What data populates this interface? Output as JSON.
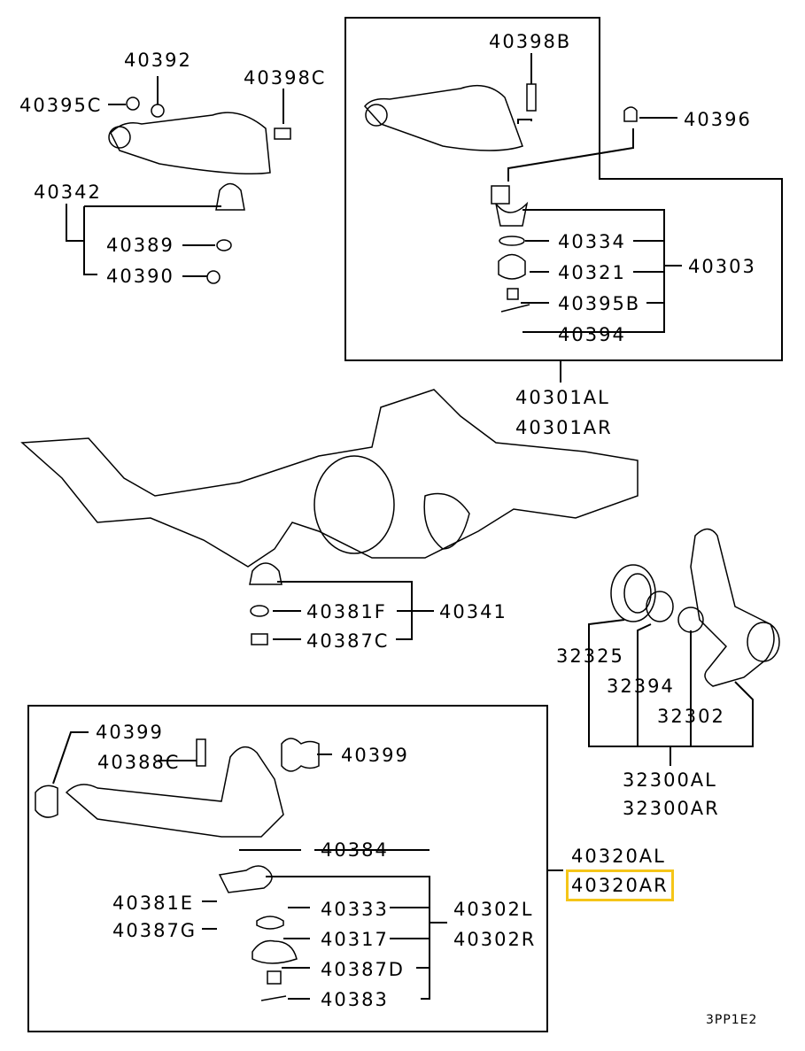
{
  "diagram_title_code": "3PP1E2",
  "highlight_color": "#f5c518",
  "highlighted_part": "40320AR",
  "groups": {
    "upper_arm_left": {
      "parts": [
        "40392",
        "40398C",
        "40395C",
        "40342",
        "40389",
        "40390"
      ]
    },
    "upper_arm_assy": {
      "assembly": [
        "40301AL",
        "40301AR"
      ],
      "parts": [
        "40398B",
        "40396"
      ],
      "ball_joint_kit": {
        "number": "40303",
        "parts": [
          "40334",
          "40321",
          "40395B",
          "40394"
        ]
      }
    },
    "bump_stopper": {
      "number": "40341",
      "parts": [
        "40381F",
        "40387C"
      ]
    },
    "knuckle": {
      "assembly": [
        "32300AL",
        "32300AR"
      ],
      "parts": [
        "32325",
        "32394",
        "32302"
      ]
    },
    "lower_arm_assy": {
      "assembly": [
        "40320AL",
        "40320AR"
      ],
      "parts": [
        "40399",
        "40388C",
        "40399",
        "40381E",
        "40387G"
      ],
      "ball_joint_kit": {
        "numbers": [
          "40302L",
          "40302R"
        ],
        "parts": [
          "40384",
          "40333",
          "40317",
          "40387D",
          "40383"
        ]
      }
    }
  }
}
